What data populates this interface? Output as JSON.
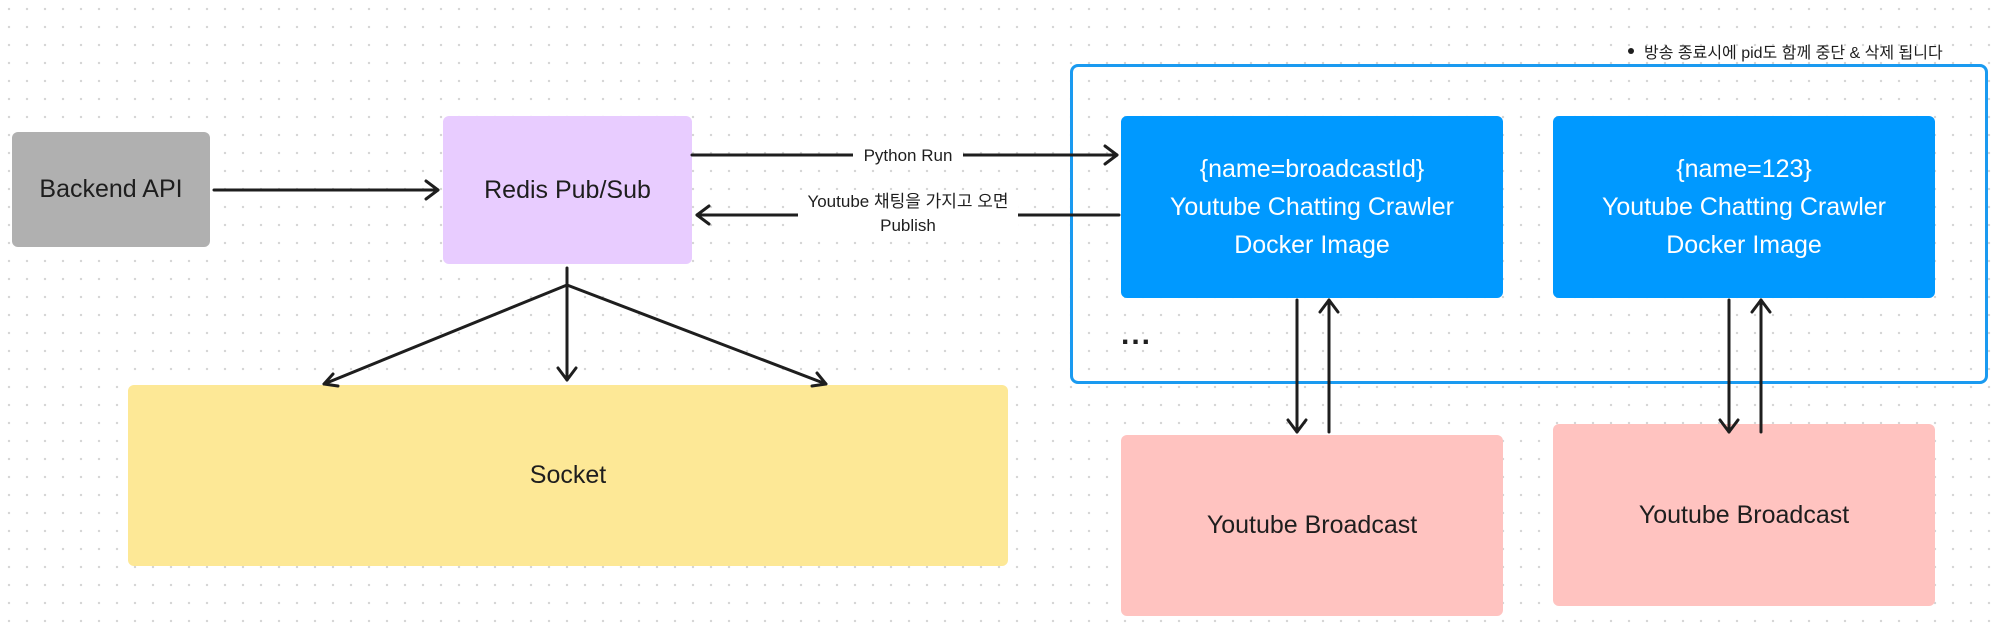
{
  "nodes": {
    "backend_api": "Backend API",
    "redis": "Redis Pub/Sub",
    "socket": "Socket",
    "crawler_1": {
      "line1": "{name=broadcastId}",
      "line2": "Youtube Chatting Crawler",
      "line3": "Docker Image"
    },
    "crawler_2": {
      "line1": "{name=123}",
      "line2": "Youtube Chatting Crawler",
      "line3": "Docker Image"
    },
    "broadcast_1": "Youtube Broadcast",
    "broadcast_2": "Youtube Broadcast",
    "ellipsis": "..."
  },
  "edges": {
    "python_run": "Python Run",
    "publish_line1": "Youtube 채팅을 가지고 오면",
    "publish_line2": "Publish"
  },
  "note": "방송 종료시에 pid도 함께 중단 & 삭제 됩니다",
  "colors": {
    "backend": "#b0b0b0",
    "redis": "#e8ccff",
    "socket": "#fde896",
    "crawler": "#0099ff",
    "broadcast": "#ffc3c0",
    "container_border": "#1a9af0"
  }
}
